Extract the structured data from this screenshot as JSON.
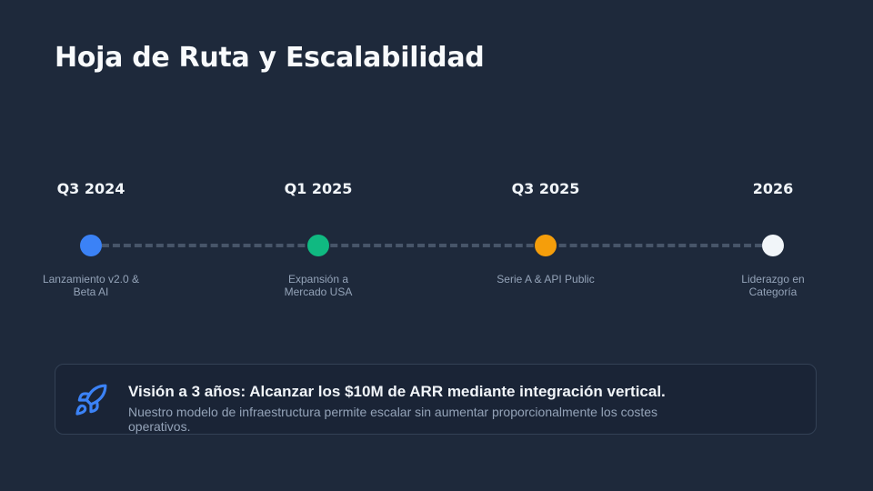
{
  "title": "Hoja de Ruta y Escalabilidad",
  "timeline": {
    "milestones": [
      {
        "date": "Q3 2024",
        "label": "Lanzamiento v2.0 & Beta AI",
        "color": "#3b82f6"
      },
      {
        "date": "Q1 2025",
        "label": "Expansión a Mercado USA",
        "color": "#10b981"
      },
      {
        "date": "Q3 2025",
        "label": "Serie A & API Public",
        "color": "#f59e0b"
      },
      {
        "date": "2026",
        "label": "Liderazgo en Categoría",
        "color": "#f1f5f9"
      }
    ]
  },
  "vision": {
    "icon": "rocket-icon",
    "headline": "Visión a 3 años: Alcanzar los $10M de ARR mediante integración vertical.",
    "body": "Nuestro modelo de infraestructura permite escalar sin aumentar proporcionalmente los costes operativos."
  }
}
